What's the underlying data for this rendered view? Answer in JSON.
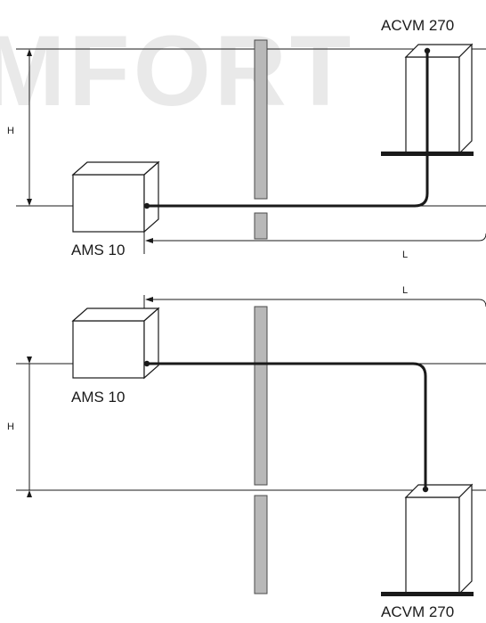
{
  "watermark": "MFORT",
  "top": {
    "outdoor_unit_label": "ACVM 270",
    "indoor_unit_label": "AMS 10",
    "height_label": "H",
    "length_label": "L"
  },
  "bottom": {
    "outdoor_unit_label": "ACVM 270",
    "indoor_unit_label": "AMS 10",
    "height_label": "H",
    "length_label": "L"
  },
  "colors": {
    "line": "#1a1a1a",
    "pole_fill": "#b8b8b8",
    "watermark": "#e9e9e9"
  }
}
